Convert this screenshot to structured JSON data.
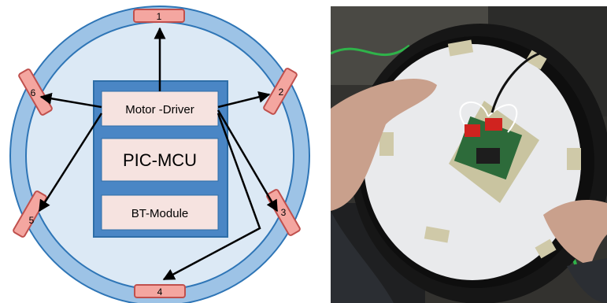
{
  "diagram": {
    "blocks": {
      "motor_driver": "Motor -Driver",
      "pic_mcu": "PIC-MCU",
      "bt_module": "BT-Module"
    },
    "motors": [
      "1",
      "2",
      "3",
      "4",
      "5",
      "6"
    ]
  },
  "colors": {
    "ring_outer": "#9dc3e6",
    "ring_inner": "#dce9f5",
    "ring_stroke": "#2e75b6",
    "motor_fill": "#f4a6a0",
    "motor_stroke": "#c0504d",
    "block_fill": "#4a86c5",
    "block_inner": "#f6e3e0"
  }
}
